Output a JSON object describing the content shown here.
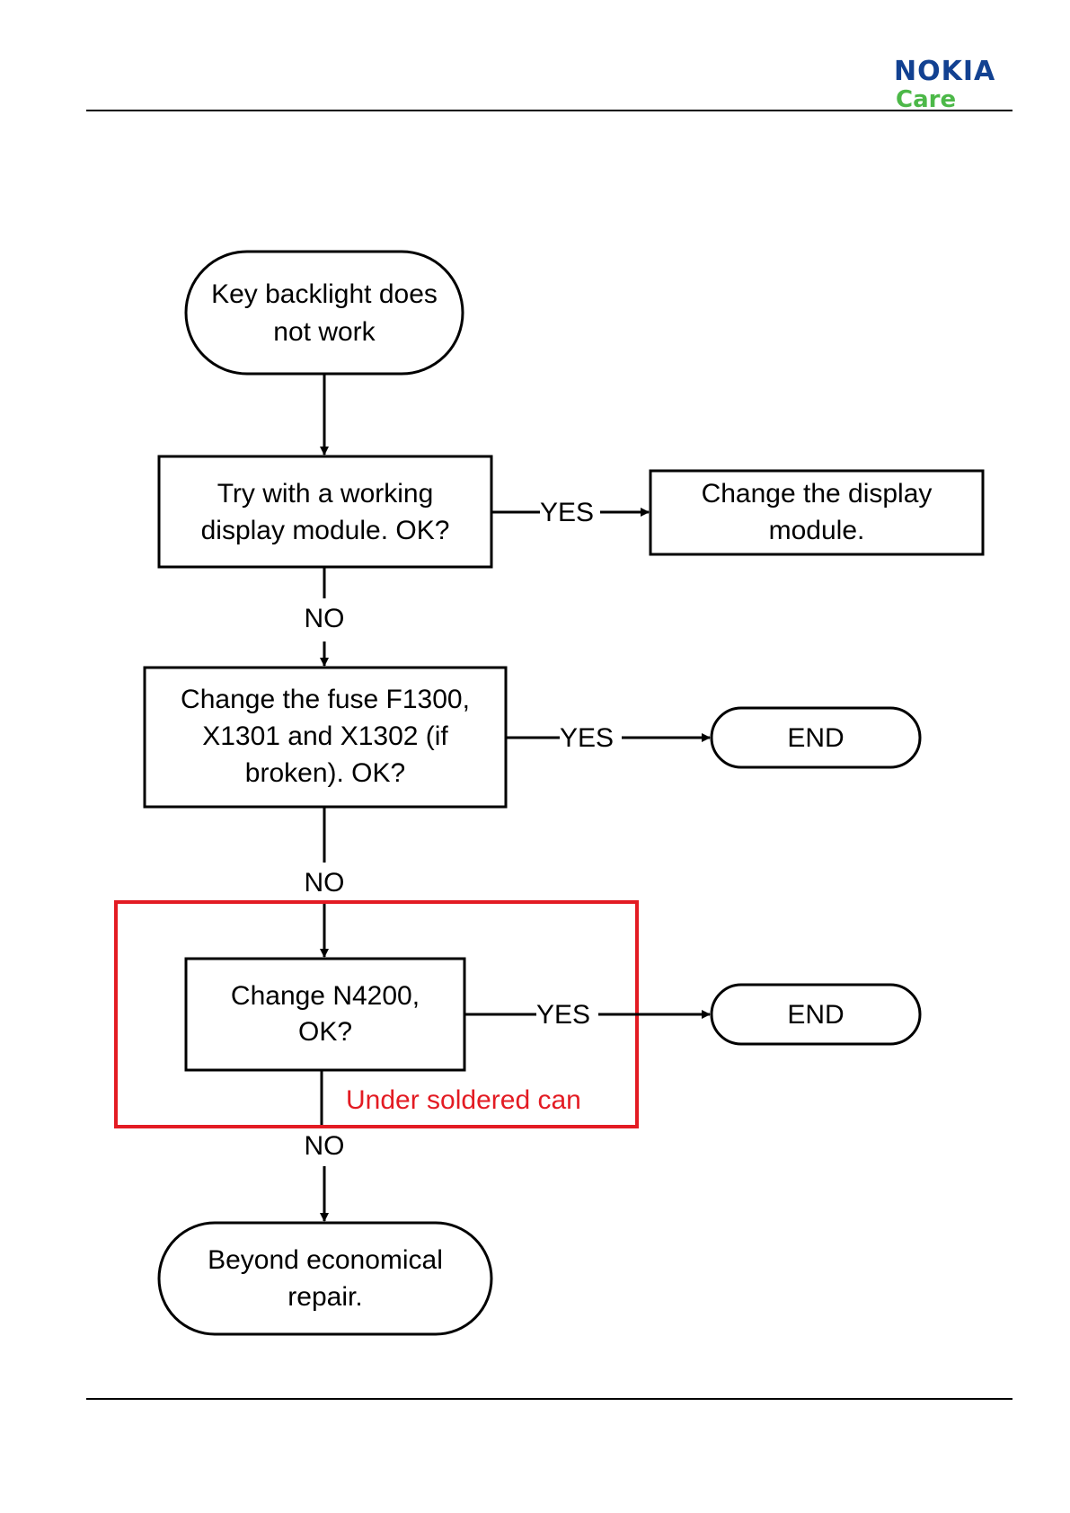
{
  "header": {
    "brand": "NOKIA",
    "subbrand": "Care"
  },
  "colors": {
    "brand_blue": "#124191",
    "brand_green": "#4cb848",
    "highlight_red": "#e31b23",
    "line": "#000000"
  },
  "flowchart": {
    "start": {
      "line1": "Key backlight does",
      "line2": "not work"
    },
    "step1": {
      "line1": "Try with a working",
      "line2": "display module. OK?"
    },
    "step1_yes": {
      "line1": "Change the display",
      "line2": "module."
    },
    "step2": {
      "line1": "Change the fuse F1300,",
      "line2": "X1301 and X1302 (if",
      "line3": "broken). OK?"
    },
    "step3": {
      "line1": "Change N4200,",
      "line2": "OK?"
    },
    "end1": "END",
    "end2": "END",
    "final": {
      "line1": "Beyond economical",
      "line2": "repair."
    },
    "labels": {
      "yes": "YES",
      "no": "NO"
    },
    "region_label": "Under soldered can"
  }
}
